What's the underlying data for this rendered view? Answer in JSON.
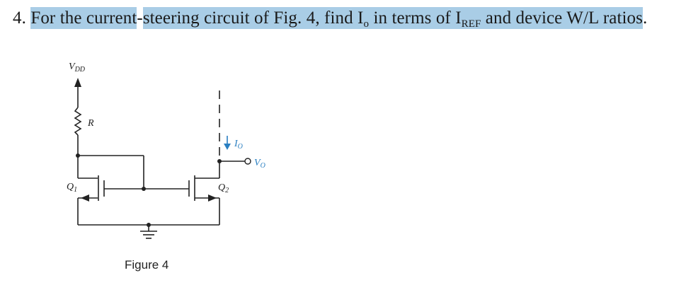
{
  "question": {
    "number": "4.",
    "part1": "For the current",
    "hyphen": "-",
    "part2": "steering circuit of Fig. 4, find I",
    "part2_sub": "o",
    "part3": " in terms of I",
    "part3_sub": "REF",
    "part4": " and device W/L ratios",
    "end": "."
  },
  "circuit": {
    "vdd_label": "V",
    "vdd_sub": "DD",
    "resistor_label": "R",
    "q1_label": "Q",
    "q1_sub": "1",
    "q2_label": "Q",
    "q2_sub": "2",
    "io_label": "I",
    "io_sub": "O",
    "vo_label": "V",
    "vo_sub": "O",
    "caption": "Figure 4",
    "accent_color": "#2a7fc1"
  }
}
